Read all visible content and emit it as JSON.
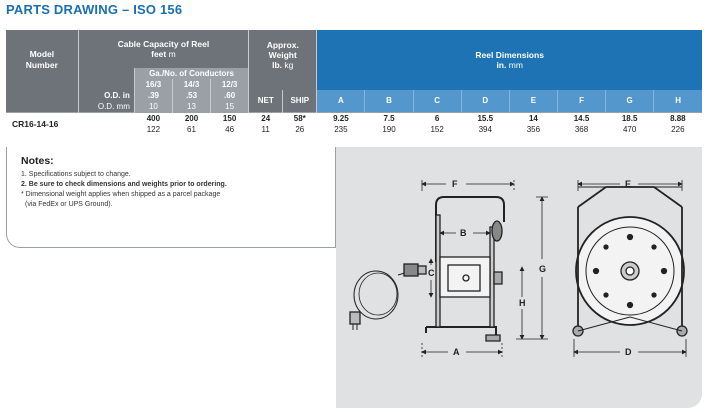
{
  "title": "PARTS DRAWING – ISO 156",
  "table": {
    "model_header_line1": "Model",
    "model_header_line2": "Number",
    "capacity_header_line1": "Cable Capacity of Reel",
    "capacity_header_line2_bold": "feet",
    "capacity_header_line2_unit": "m",
    "conductors_header": "Ga./No. of Conductors",
    "conductor_cols": [
      "16/3",
      "14/3",
      "12/3"
    ],
    "od_in_label": "O.D. in",
    "od_mm_label": "O.D. mm",
    "od_in_values": [
      ".39",
      ".53",
      ".60"
    ],
    "od_mm_values": [
      "10",
      "13",
      "15"
    ],
    "weight_header_line1": "Approx.",
    "weight_header_line2": "Weight",
    "weight_header_line3_bold": "lb.",
    "weight_header_line3_unit": "kg",
    "net_label": "NET",
    "ship_label": "SHIP",
    "dims_header_line1": "Reel Dimensions",
    "dims_header_line2_bold": "in.",
    "dims_header_line2_unit": "mm",
    "dim_letters": [
      "A",
      "B",
      "C",
      "D",
      "E",
      "F",
      "G",
      "H"
    ],
    "row": {
      "model": "CR16-14-16",
      "capacity_ft": [
        "400",
        "200",
        "150"
      ],
      "capacity_m": [
        "122",
        "61",
        "46"
      ],
      "weight_lb": [
        "24",
        "58*"
      ],
      "weight_kg": [
        "11",
        "26"
      ],
      "dims_in": [
        "9.25",
        "7.5",
        "6",
        "15.5",
        "14",
        "14.5",
        "18.5",
        "8.88"
      ],
      "dims_mm": [
        "235",
        "190",
        "152",
        "394",
        "356",
        "368",
        "470",
        "226"
      ]
    }
  },
  "notes": {
    "heading": "Notes:",
    "items": [
      "1. Specifications subject to change.",
      "2. Be sure to check dimensions and weights prior to ordering.",
      "* Dimensional weight applies when shipped as a parcel package",
      "(via FedEx or UPS Ground)."
    ]
  },
  "drawing": {
    "labels": {
      "A": "A",
      "B": "B",
      "C": "C",
      "D": "D",
      "E": "E",
      "F": "F",
      "G": "G",
      "H": "H"
    },
    "line_color": "#222222",
    "panel_color": "#dfe1e3"
  }
}
